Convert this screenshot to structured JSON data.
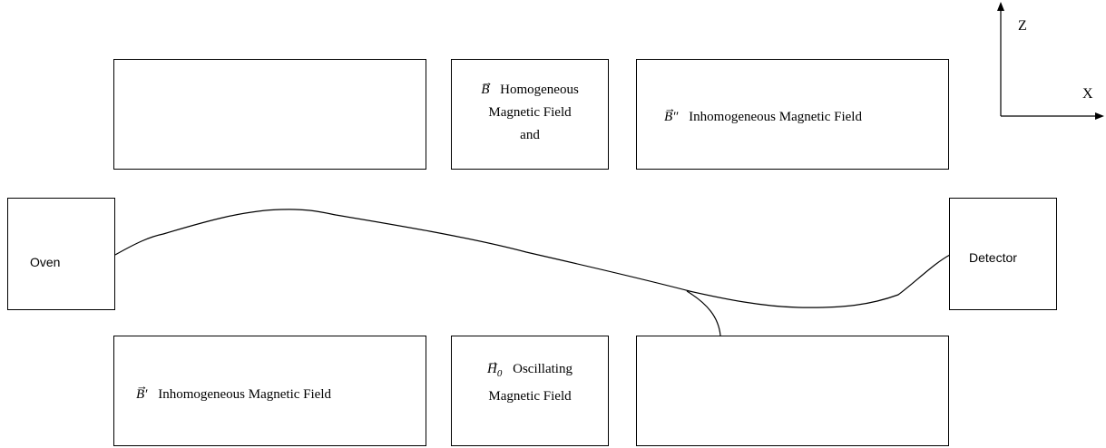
{
  "boxes": {
    "oven": "Oven",
    "detector": "Detector",
    "homogeneous": {
      "symbol": "B",
      "symbol_arrow": "→",
      "line1": "Homogeneous",
      "line2": "Magnetic Field",
      "line3": "and"
    },
    "inhomogeneous_top": {
      "symbol": "B″",
      "symbol_arrow": "→",
      "text": "Inhomogeneous Magnetic Field"
    },
    "inhomogeneous_bottom": {
      "symbol": "B′",
      "symbol_arrow": "→",
      "text": "Inhomogeneous Magnetic Field"
    },
    "oscillating": {
      "symbol": "H",
      "symbol_sub": "0",
      "symbol_arrow": "→",
      "line1": "Oscillating",
      "line2": "Magnetic Field"
    }
  },
  "axes": {
    "z": "Z",
    "x": "X"
  }
}
